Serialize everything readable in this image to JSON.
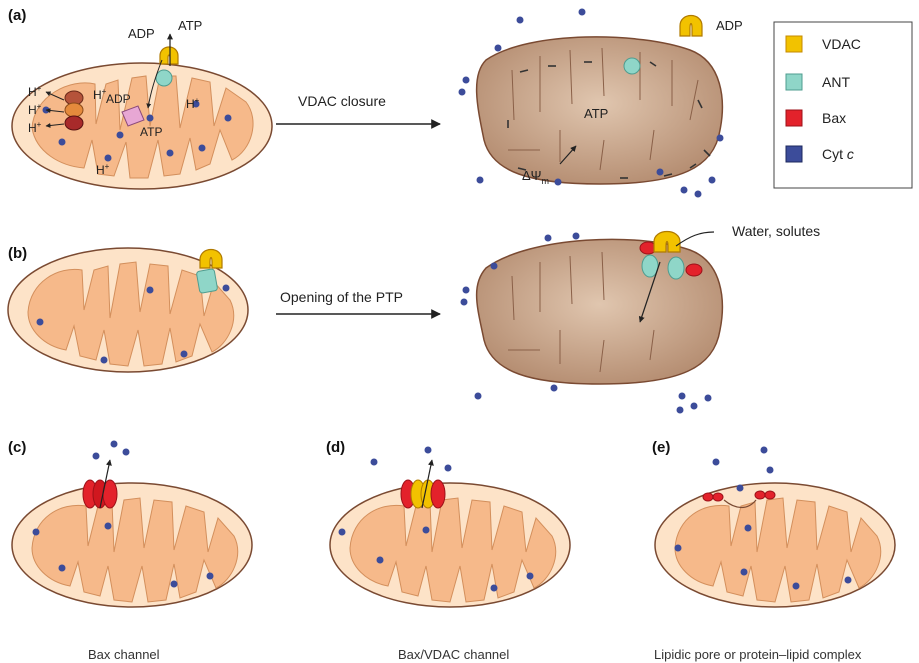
{
  "panels": {
    "a": "(a)",
    "b": "(b)",
    "c": "(c)",
    "d": "(d)",
    "e": "(e)"
  },
  "arrows": {
    "a_label": "VDAC closure",
    "b_label": "Opening of the PTP"
  },
  "panel_a": {
    "adp": "ADP",
    "atp": "ATP",
    "h": "H",
    "plus": "+",
    "inner_adp": "ADP",
    "inner_atp": "ATP",
    "right_adp": "ADP",
    "right_atp": "ATP",
    "delta_psi": "ΔΨ",
    "delta_psi_sub": "m"
  },
  "panel_b": {
    "water": "Water, solutes"
  },
  "legend": {
    "items": [
      {
        "label": "VDAC",
        "italic_suffix": "",
        "color": "#f2c200",
        "border": "#c48a00"
      },
      {
        "label": "ANT",
        "italic_suffix": "",
        "color": "#8fd6c8",
        "border": "#4f9c8f"
      },
      {
        "label": "Bax",
        "italic_suffix": "",
        "color": "#e3222b",
        "border": "#9c1118"
      },
      {
        "label": "Cyt ",
        "italic_suffix": "c",
        "color": "#3c4c9a",
        "border": "#1d285e"
      }
    ]
  },
  "captions": {
    "c": "Bax channel",
    "d": "Bax/VDAC channel",
    "e": "Lipidic pore or protein–lipid complex"
  },
  "colors": {
    "outer_fill": "#fde3c8",
    "outer_stroke": "#7a4a32",
    "cristae_fill": "#f6b98a",
    "swollen_fill": "#c9a58a",
    "cyt_c": "#3c4c9a",
    "bax": "#e3222b",
    "vdac": "#f2c200",
    "ant": "#8fd6c8"
  }
}
